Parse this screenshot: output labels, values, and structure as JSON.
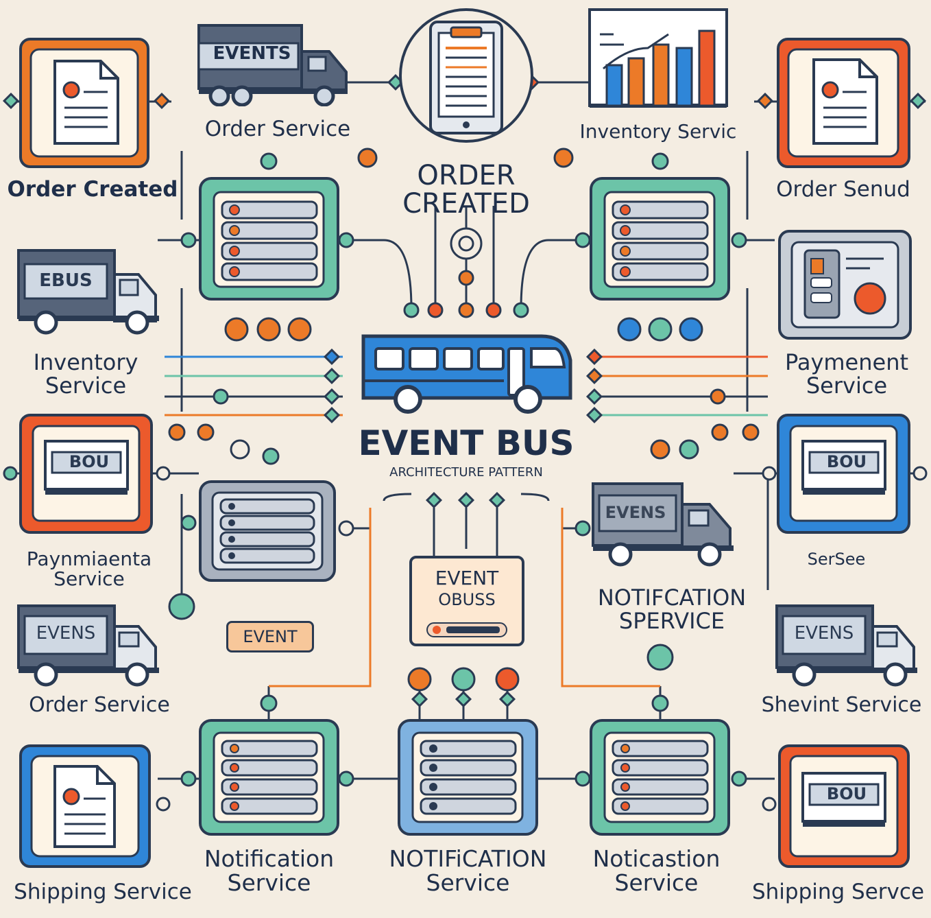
{
  "title": {
    "main": "EVENT BUS",
    "sub": "ARCHITECTURE PATTERN"
  },
  "center_label": {
    "line1": "ORDER",
    "line2": "CREATED"
  },
  "inner_event_box": {
    "line1": "EVENT",
    "line2": "OBUSS"
  },
  "event_tag": "EVENT",
  "trucks": [
    {
      "id": "truck-top",
      "text": "EVENTS"
    },
    {
      "id": "truck-left-upper",
      "text": "EBUS"
    },
    {
      "id": "truck-right-mid",
      "text": "EVENS"
    },
    {
      "id": "truck-left-lower",
      "text": "EVENS"
    },
    {
      "id": "truck-right-lower",
      "text": "EVENS"
    }
  ],
  "screens": [
    {
      "id": "screen-left",
      "text": "BOU"
    },
    {
      "id": "screen-right",
      "text": "BOU"
    },
    {
      "id": "screen-bottom-right",
      "text": "BOU"
    }
  ],
  "labels": [
    {
      "id": "label-order-service-top",
      "text": "Order Service"
    },
    {
      "id": "label-inventory-servic-top",
      "text": "Inventory Servic"
    },
    {
      "id": "label-order-created-left",
      "text": "Order Created"
    },
    {
      "id": "label-order-senud-right",
      "text": "Order Senud"
    },
    {
      "id": "label-inventory-service-left",
      "text": "Inventory\nService"
    },
    {
      "id": "label-paymenent-service-right",
      "text": "Paymenent\nService"
    },
    {
      "id": "label-payment-service-left",
      "text": "Paynmiaenta\nService"
    },
    {
      "id": "label-sersee-right",
      "text": "SerSee"
    },
    {
      "id": "label-notification-service-mid",
      "text": "NOTIFCATION\nSPERVICE"
    },
    {
      "id": "label-order-service-left-lower",
      "text": "Order Service"
    },
    {
      "id": "label-shevint-service-right",
      "text": "Shevint Service"
    },
    {
      "id": "label-shipping-service-left",
      "text": "Shipping Service"
    },
    {
      "id": "label-notification-service-b1",
      "text": "Notification\nService"
    },
    {
      "id": "label-notification-service-b2",
      "text": "NOTIFiCATION\nService"
    },
    {
      "id": "label-notification-service-b3",
      "text": "Noticastion\nService"
    },
    {
      "id": "label-shipping-service-right",
      "text": "Shipping Servce"
    }
  ],
  "colors": {
    "background": "#f4ede2",
    "orange": "#ec7a28",
    "red_orange": "#ec5a2c",
    "blue": "#2f86d8",
    "teal": "#6cc4a8",
    "gray": "#a9b2bf",
    "navy": "#1f2f4a",
    "bus_blue": "#2f86d8"
  }
}
